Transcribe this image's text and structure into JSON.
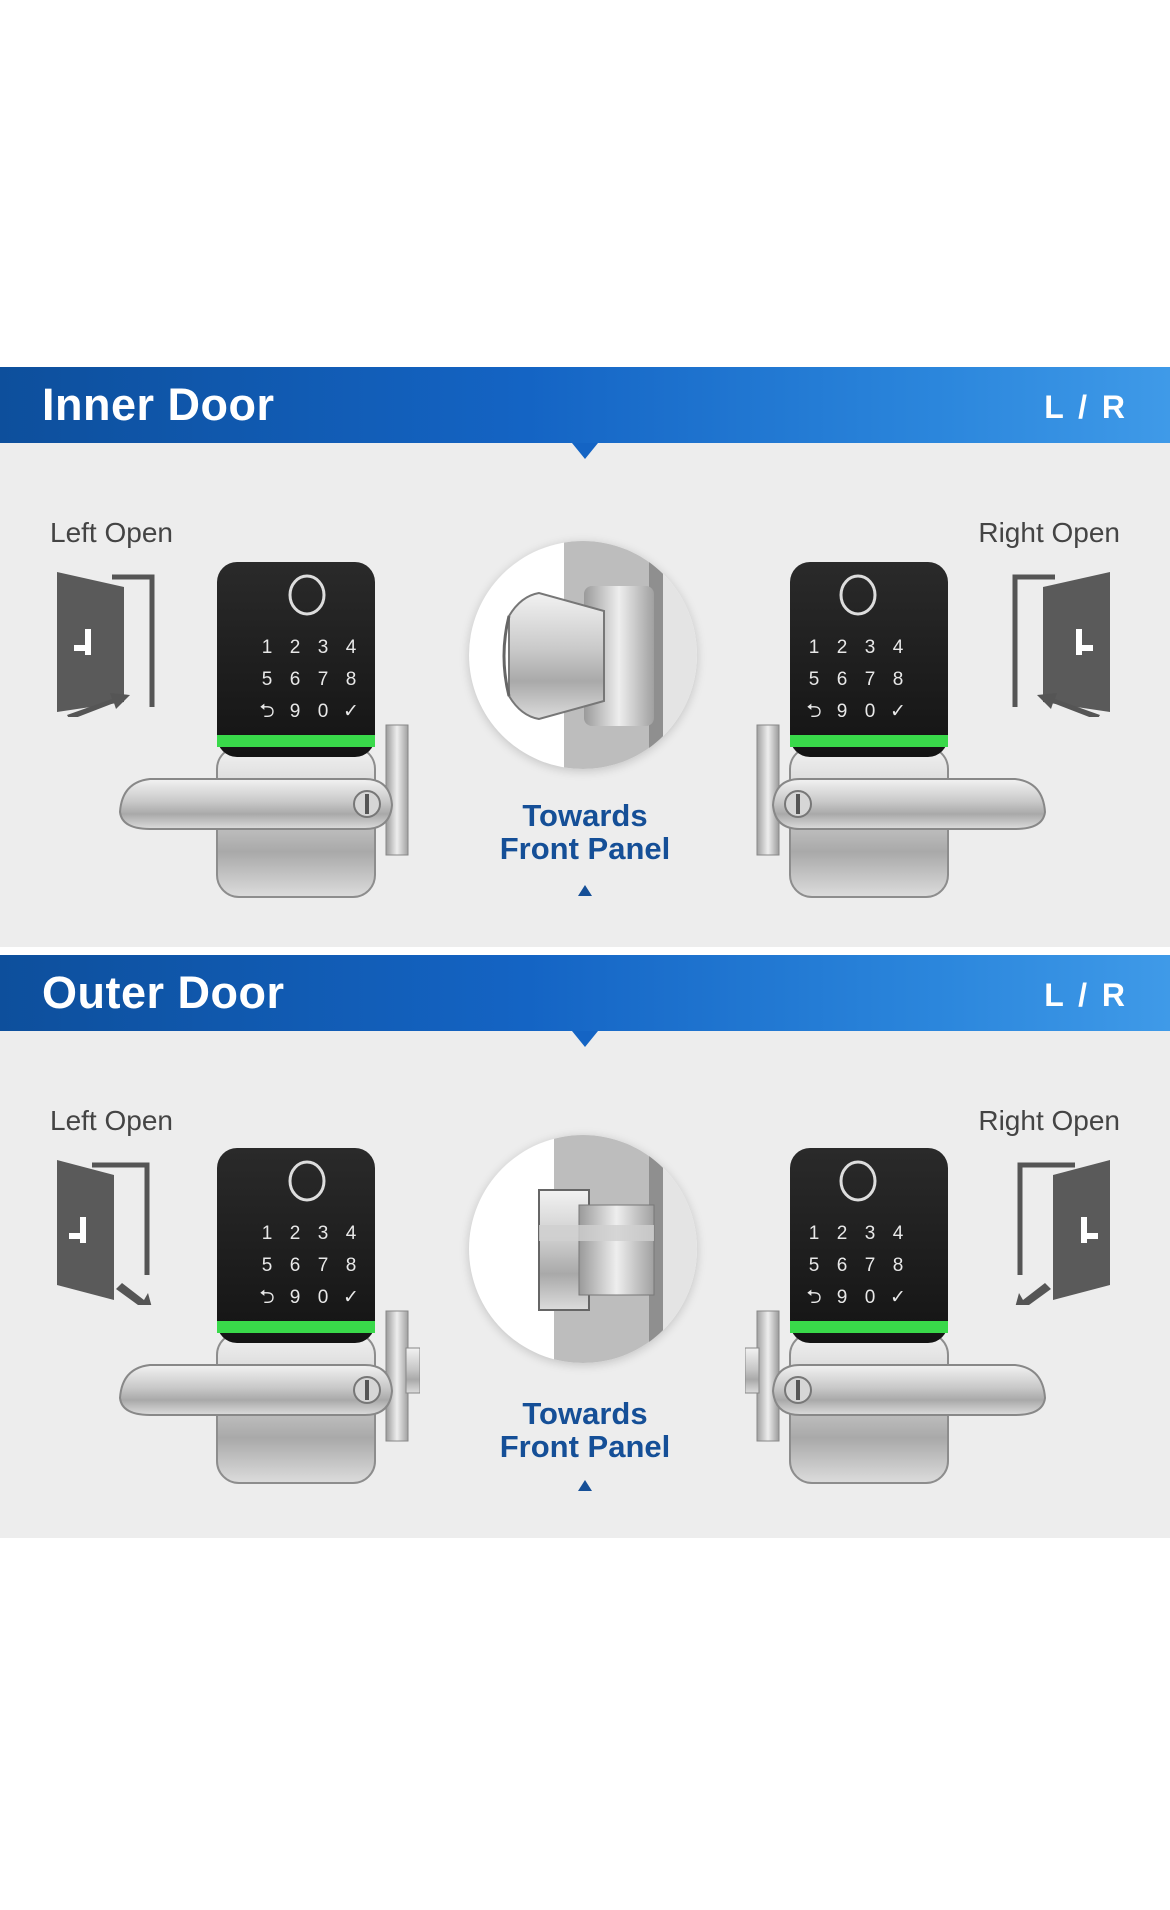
{
  "inner": {
    "title": "Inner Door",
    "lr": "L / R",
    "left_label": "Left Open",
    "right_label": "Right Open",
    "towards_line1": "Towards",
    "towards_line2": "Front Panel"
  },
  "outer": {
    "title": "Outer Door",
    "lr": "L / R",
    "left_label": "Left Open",
    "right_label": "Right Open",
    "towards_line1": "Towards",
    "towards_line2": "Front Panel"
  },
  "keypad": {
    "row1": [
      "1",
      "2",
      "3",
      "4"
    ],
    "row2": [
      "5",
      "6",
      "7",
      "8"
    ],
    "row3": [
      "⮌",
      "9",
      "0",
      "✓"
    ]
  },
  "colors": {
    "banner": "#1464c4",
    "accent_text": "#154f97",
    "led": "#39d94a",
    "panel": "#ededed"
  }
}
